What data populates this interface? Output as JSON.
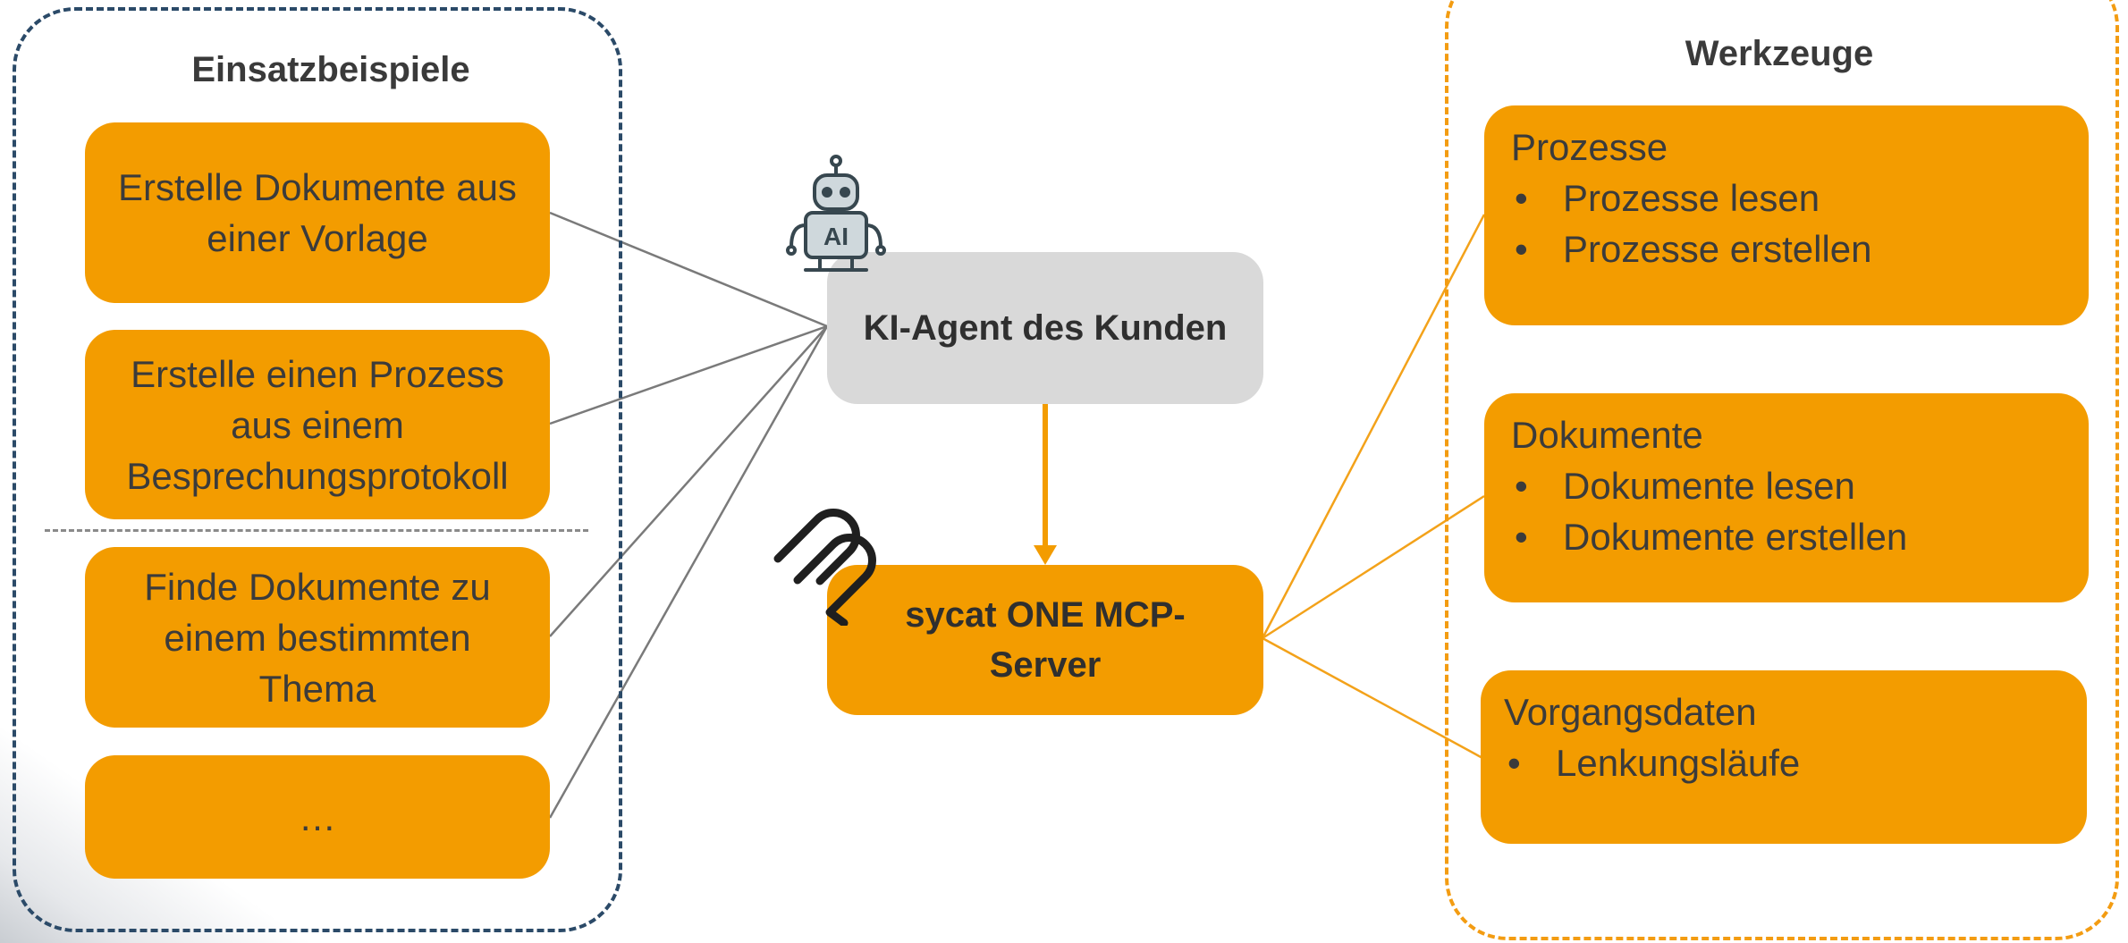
{
  "use_cases": {
    "title": "Einsatzbeispiele",
    "items": [
      {
        "label": "Erstelle Dokumente aus einer Vorlage"
      },
      {
        "label": "Erstelle einen Prozess aus einem Besprechungsprotokoll"
      },
      {
        "label": "Finde Dokumente zu einem bestimmten Thema"
      },
      {
        "label": "…"
      }
    ]
  },
  "agent": {
    "label": "KI-Agent des Kunden",
    "icon": "robot-icon",
    "icon_text": "AI"
  },
  "server": {
    "label": "sycat ONE MCP-Server",
    "icon": "mcp-logo-icon"
  },
  "tools": {
    "title": "Werkzeuge",
    "groups": [
      {
        "name": "Prozesse",
        "bullet": "•",
        "items": [
          "Prozesse lesen",
          "Prozesse erstellen"
        ]
      },
      {
        "name": "Dokumente",
        "bullet": "•",
        "items": [
          "Dokumente lesen",
          "Dokumente erstellen"
        ]
      },
      {
        "name": "Vorgangsdaten",
        "bullet": "•",
        "items": [
          "Lenkungsläufe"
        ]
      }
    ]
  },
  "colors": {
    "orange": "#f39c00",
    "grey_box": "#d9d9d9",
    "left_border": "#2b4a68",
    "right_border": "#f39c12",
    "connector_grey": "#7a7a7a",
    "connector_orange": "#f3a21a"
  }
}
